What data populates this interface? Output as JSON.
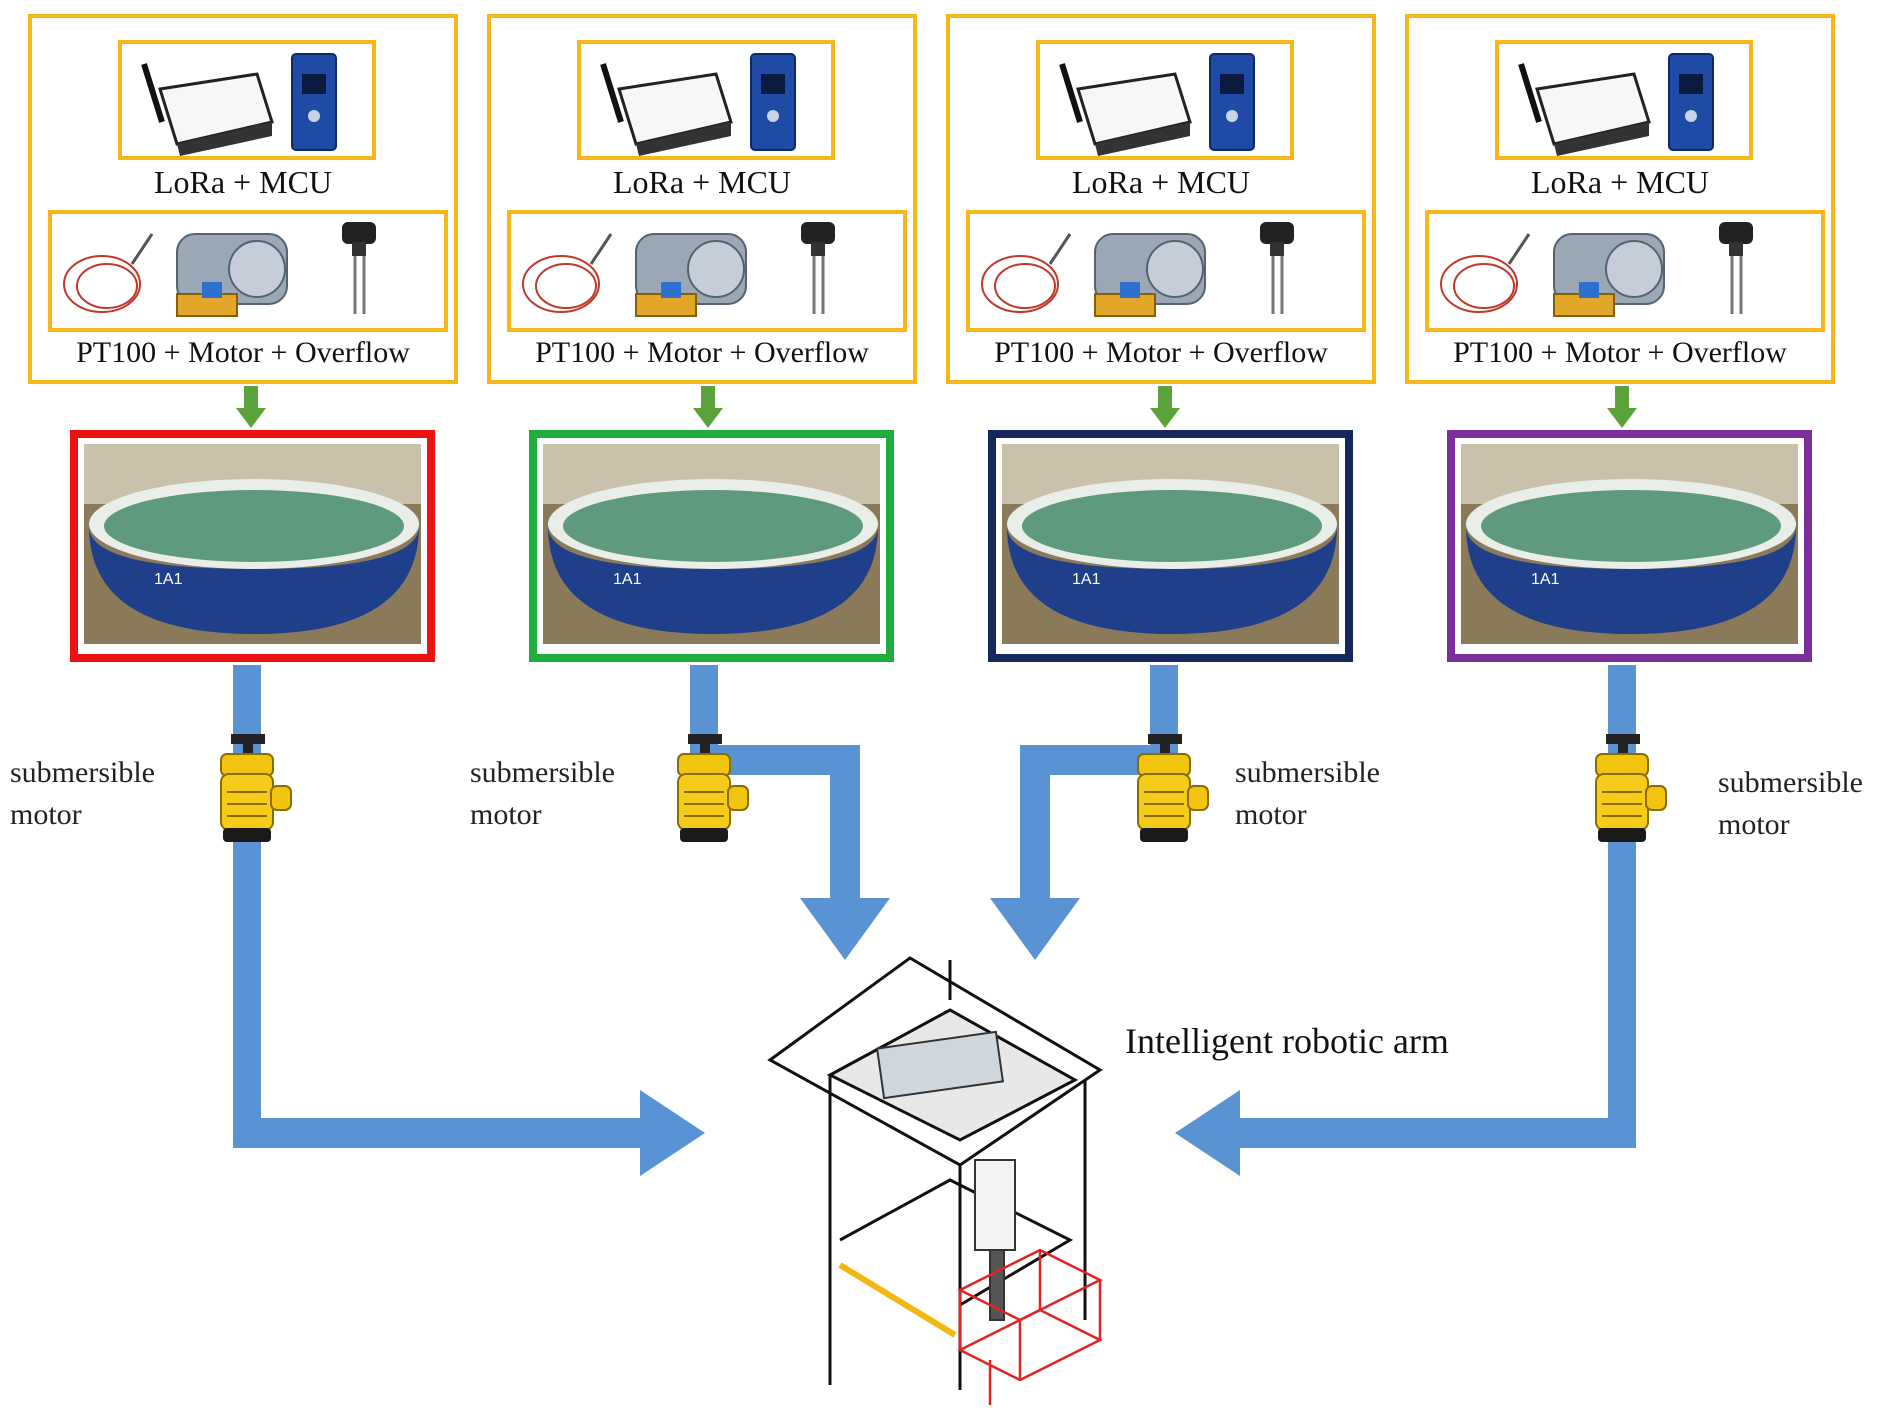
{
  "nodes": [
    {
      "lora_label": "LoRa + MCU",
      "sensor_label": "PT100 + Motor + Overflow",
      "tank_color": "#ee1111",
      "tank_text": "1A1"
    },
    {
      "lora_label": "LoRa + MCU",
      "sensor_label": "PT100 + Motor + Overflow",
      "tank_color": "#1fae3c",
      "tank_text": "1A1"
    },
    {
      "lora_label": "LoRa + MCU",
      "sensor_label": "PT100 + Motor + Overflow",
      "tank_color": "#14285e",
      "tank_text": "1A1"
    },
    {
      "lora_label": "LoRa + MCU",
      "sensor_label": "PT100 + Motor + Overflow",
      "tank_color": "#7a2f9c",
      "tank_text": "1A1"
    }
  ],
  "pump_labels": [
    "submersible motor",
    "submersible motor",
    "submersible motor",
    "submersible motor"
  ],
  "robot_label": "Intelligent robotic arm",
  "colors": {
    "box_border": "#f7b71b",
    "green_arrow": "#5aa33a",
    "blue_pipe": "#5a93d4"
  }
}
